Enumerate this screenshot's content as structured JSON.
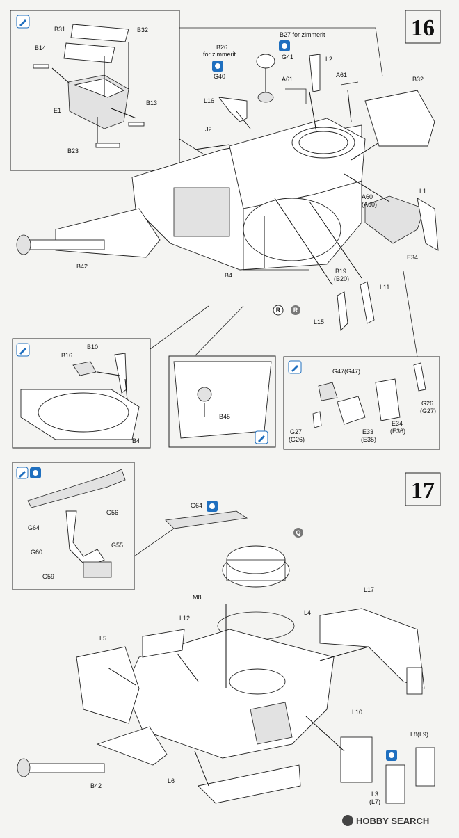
{
  "steps": {
    "step16": "16",
    "step17": "17"
  },
  "labels16": {
    "B31": "B31",
    "B32_top": "B32",
    "B14": "B14",
    "E1": "E1",
    "B13": "B13",
    "B23": "B23",
    "B26": "B26",
    "B26_note": "for zimmerit",
    "G40": "G40",
    "B27": "B27 for zimmerit",
    "G41": "G41",
    "L2": "L2",
    "A61a": "A61",
    "A61b": "A61",
    "B32_right": "B32",
    "L16": "L16",
    "J2": "J2",
    "B42": "B42",
    "B4": "B4",
    "A60": "A60",
    "A60_alt": "(A60)",
    "L1": "L1",
    "E34": "E34",
    "B19": "B19",
    "B20": "(B20)",
    "L11": "L11",
    "L15": "L15",
    "R_right": "R",
    "R_left": "R"
  },
  "inset_b": {
    "B10": "B10",
    "B16": "B16",
    "B4": "B4"
  },
  "inset_c": {
    "B45": "B45"
  },
  "inset_d": {
    "G47": "G47(G47)",
    "G26": "G26",
    "G27_alt": "(G27)",
    "G27": "G27",
    "G26_alt": "(G26)",
    "E33": "E33",
    "E35": "(E35)",
    "E34": "E34",
    "E36": "(E36)"
  },
  "labels17": {
    "G64": "G64",
    "G56": "G56",
    "G60": "G60",
    "G59": "G59",
    "G55": "G55",
    "G64_main": "G64",
    "Q": "Q",
    "M8": "M8",
    "L4": "L4",
    "L17": "L17",
    "L12": "L12",
    "L5": "L5",
    "L10": "L10",
    "L8": "L8(L9)",
    "B42": "B42",
    "L6": "L6",
    "L3": "L3",
    "L7": "(L7)"
  },
  "watermark": "HOBBY SEARCH",
  "icons": [
    "glue-icon",
    "paint-icon"
  ],
  "colors": {
    "paint_icon": "#1f6fbf",
    "line": "#222222",
    "paper": "#f4f4f2"
  }
}
